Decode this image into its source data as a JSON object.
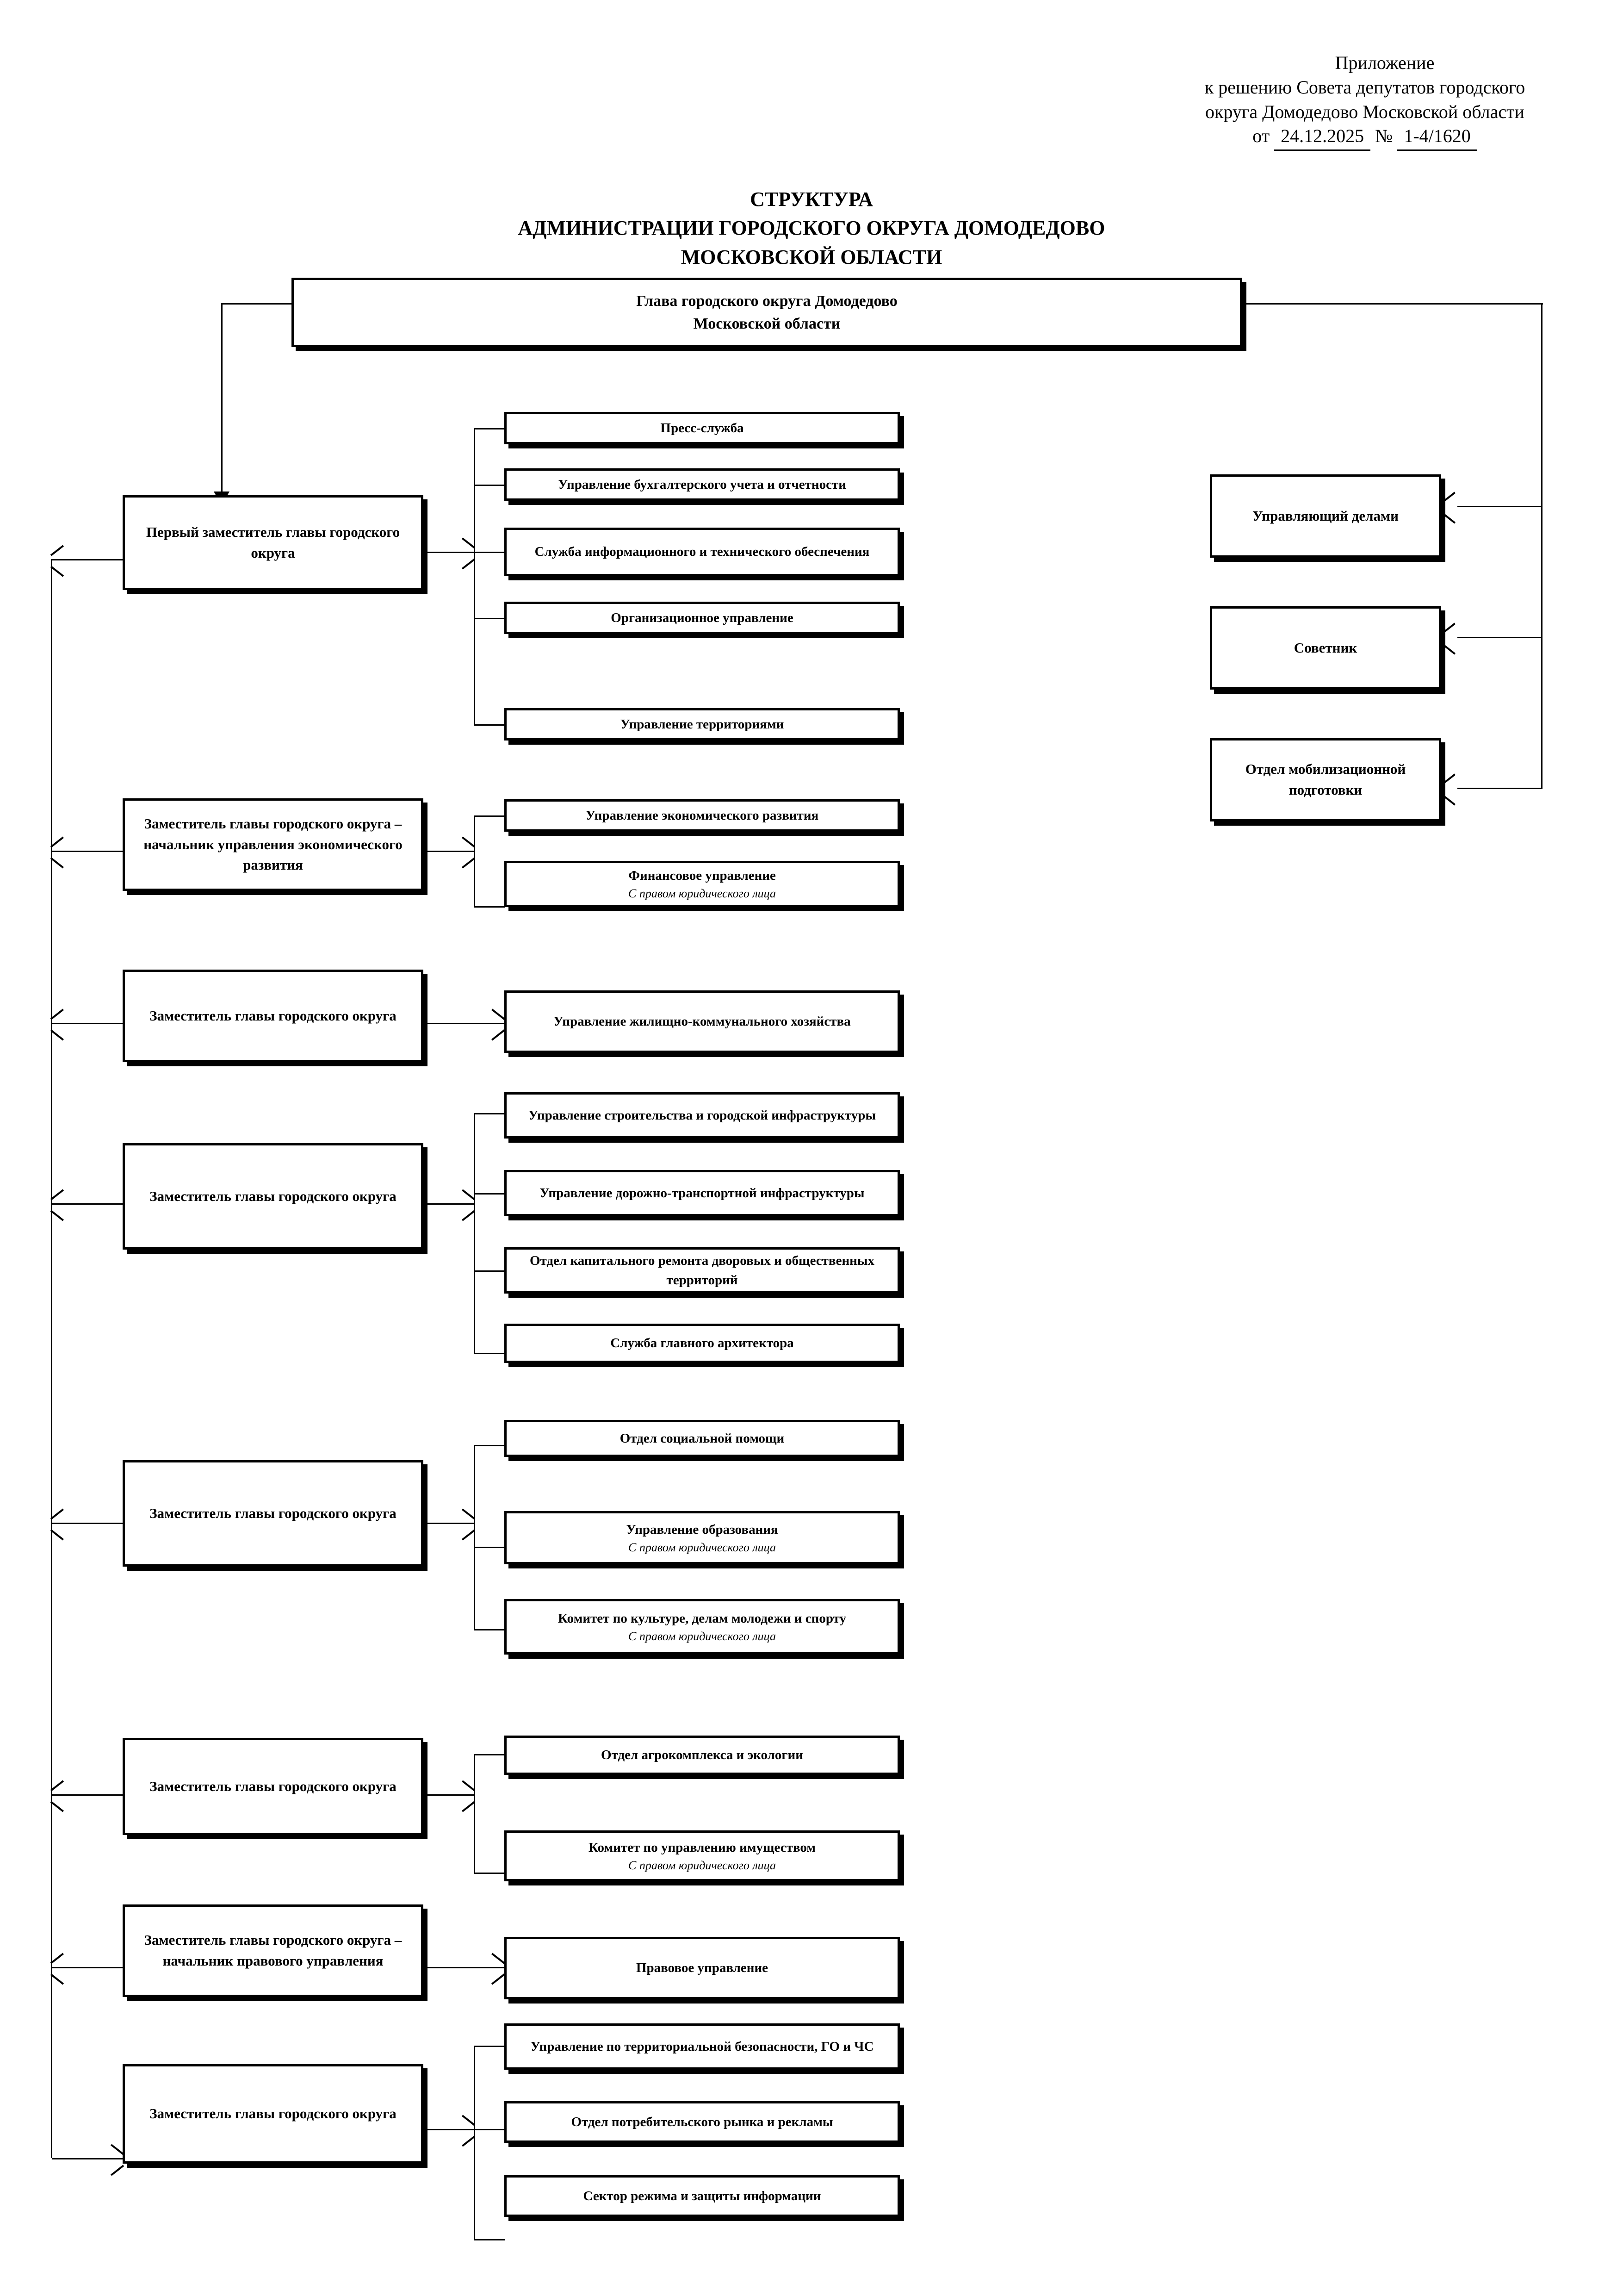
{
  "header": {
    "line1": "Приложение",
    "line2": "к решению Совета депутатов городского",
    "line3": "округа Домодедово Московской области",
    "ot_label": "от",
    "date": "24.12.2025",
    "no_label": "№",
    "number": "1-4/1620"
  },
  "title": {
    "line1": "СТРУКТУРА",
    "line2": "АДМИНИСТРАЦИИ ГОРОДСКОГО ОКРУГА ДОМОДЕДОВО",
    "line3": "МОСКОВСКОЙ ОБЛАСТИ"
  },
  "root": {
    "line1": "Глава городского округа Домодедово",
    "line2": "Московской области"
  },
  "side_units": [
    {
      "label": "Управляющий делами"
    },
    {
      "label": "Советник"
    },
    {
      "label": "Отдел мобилизационной подготовки"
    }
  ],
  "branches": [
    {
      "id": "first-deputy",
      "leader": "Первый заместитель главы городского округа",
      "units": [
        {
          "label": "Пресс-служба",
          "note": ""
        },
        {
          "label": "Управление бухгалтерского учета и отчетности",
          "note": ""
        },
        {
          "label": "Служба информационного и технического обеспечения",
          "note": ""
        },
        {
          "label": "Организационное управление",
          "note": ""
        },
        {
          "label": "Управление территориями",
          "note": ""
        }
      ]
    },
    {
      "id": "economic-development",
      "leader": "Заместитель главы городского округа – начальник управления экономического развития",
      "units": [
        {
          "label": "Управление экономического развития",
          "note": ""
        },
        {
          "label": "Финансовое управление",
          "note": "С правом юридического лица"
        }
      ]
    },
    {
      "id": "housing-utilities",
      "leader": "Заместитель главы городского округа",
      "units": [
        {
          "label": "Управление жилищно-коммунального хозяйства",
          "note": ""
        }
      ]
    },
    {
      "id": "construction",
      "leader": "Заместитель главы городского округа",
      "units": [
        {
          "label": "Управление строительства и городской инфраструктуры",
          "note": ""
        },
        {
          "label": "Управление дорожно-транспортной инфраструктуры",
          "note": ""
        },
        {
          "label": "Отдел капитального ремонта дворовых и общественных территорий",
          "note": ""
        },
        {
          "label": "Служба главного архитектора",
          "note": ""
        }
      ]
    },
    {
      "id": "social",
      "leader": "Заместитель главы городского округа",
      "units": [
        {
          "label": "Отдел социальной помощи",
          "note": ""
        },
        {
          "label": "Управление образования",
          "note": "С правом юридического лица"
        },
        {
          "label": "Комитет по культуре, делам молодежи и спорту",
          "note": "С правом юридического лица"
        }
      ]
    },
    {
      "id": "agro-property",
      "leader": "Заместитель главы городского округа",
      "units": [
        {
          "label": "Отдел агрокомплекса и экологии",
          "note": ""
        },
        {
          "label": "Комитет по управлению имуществом",
          "note": "С правом юридического лица"
        }
      ]
    },
    {
      "id": "legal",
      "leader": "Заместитель главы городского округа – начальник правового управления",
      "units": [
        {
          "label": "Правовое управление",
          "note": ""
        }
      ]
    },
    {
      "id": "security",
      "leader": "Заместитель главы городского округа",
      "units": [
        {
          "label": "Управление по территориальной безопасности, ГО и ЧС",
          "note": ""
        },
        {
          "label": "Отдел потребительского рынка и рекламы",
          "note": ""
        },
        {
          "label": "Сектор режима и защиты информации",
          "note": ""
        }
      ]
    }
  ]
}
